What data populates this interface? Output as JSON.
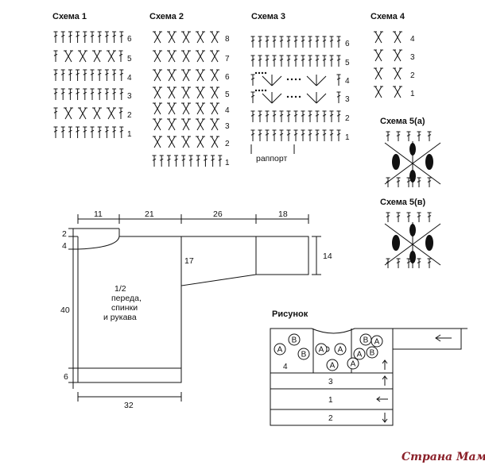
{
  "schemes": [
    {
      "title": "Схема 1",
      "rows": [
        "6",
        "5",
        "4",
        "3",
        "2",
        "1"
      ]
    },
    {
      "title": "Схема 2",
      "rows": [
        "8",
        "7",
        "6",
        "5",
        "4",
        "3",
        "2",
        "1"
      ]
    },
    {
      "title": "Схема 3",
      "rows": [
        "6",
        "5",
        "4",
        "3",
        "2",
        "1"
      ],
      "repeat_label": "раппорт"
    },
    {
      "title": "Схема 4",
      "rows": [
        "4",
        "3",
        "2",
        "1"
      ]
    },
    {
      "title": "Схема 5(а)"
    },
    {
      "title": "Схема 5(в)"
    }
  ],
  "pattern": {
    "top_dims": [
      "11",
      "21",
      "26",
      "18"
    ],
    "left_dims": [
      "2",
      "4",
      "40",
      "6"
    ],
    "side_dim_17": "17",
    "sleeve_dim_14": "14",
    "bottom_dim": "32",
    "body_label": [
      "1/2",
      "переда,",
      "спинки",
      "и рукава"
    ]
  },
  "layout_diagram": {
    "title": "Рисунок",
    "circles": [
      "A",
      "B",
      "B",
      "A",
      "A",
      "A",
      "A",
      "B",
      "B",
      "A",
      "A"
    ],
    "section_4": "4",
    "rows": [
      "3",
      "1",
      "2"
    ]
  },
  "watermark": "Страна Мам"
}
